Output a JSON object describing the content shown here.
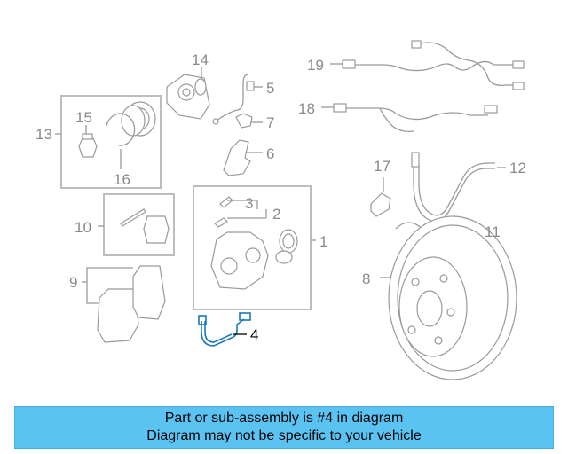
{
  "callouts": [
    "1",
    "2",
    "3",
    "4",
    "5",
    "6",
    "7",
    "8",
    "9",
    "10",
    "11",
    "12",
    "13",
    "14",
    "15",
    "16",
    "17",
    "18",
    "19"
  ],
  "highlight_part": "4",
  "highlight_color": "#1a78b8",
  "banner": {
    "line1": "Part or sub-assembly is #4 in diagram",
    "line2": "Diagram may not be specific to your vehicle",
    "background": "#5bc3f2"
  }
}
